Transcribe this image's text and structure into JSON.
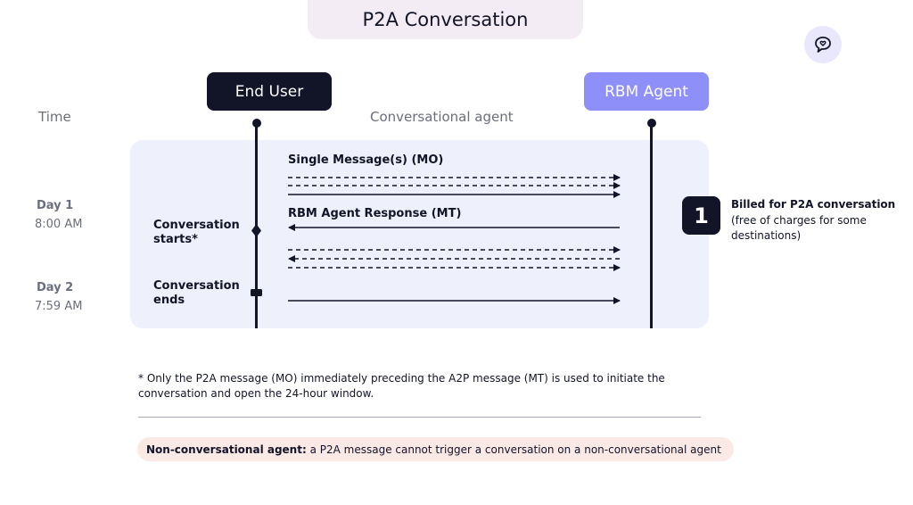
{
  "title": "P2A Conversation",
  "logo_icon": "chat-heart-icon",
  "actors": {
    "end_user": "End User",
    "rbm_agent": "RBM Agent"
  },
  "columns": {
    "time": "Time",
    "middle": "Conversational agent"
  },
  "timeline": {
    "day1": {
      "day": "Day 1",
      "time": "8:00 AM"
    },
    "day2": {
      "day": "Day 2",
      "time": "7:59 AM"
    }
  },
  "events": {
    "starts": "Conversation starts*",
    "ends": "Conversation ends"
  },
  "messages": {
    "mo_label": "Single Message(s) (MO)",
    "mt_label": "RBM Agent Response (MT)"
  },
  "billing": {
    "number": "1",
    "title": "Billed for P2A conversation",
    "detail": "(free of charges for some destinations)"
  },
  "footnote": "* Only the P2A message (MO) immediately preceding the A2P message (MT) is used to initiate the conversation and open the 24-hour window.",
  "note": {
    "bold": "Non-conversational agent:",
    "text": " a P2A message cannot trigger a conversation on a non-conversational agent"
  },
  "colors": {
    "dark": "#121427",
    "agent": "#8f8ff9",
    "panel": "#eef0fb",
    "title_bg": "#f4ecf4",
    "note_bg": "#fbe9e6"
  }
}
